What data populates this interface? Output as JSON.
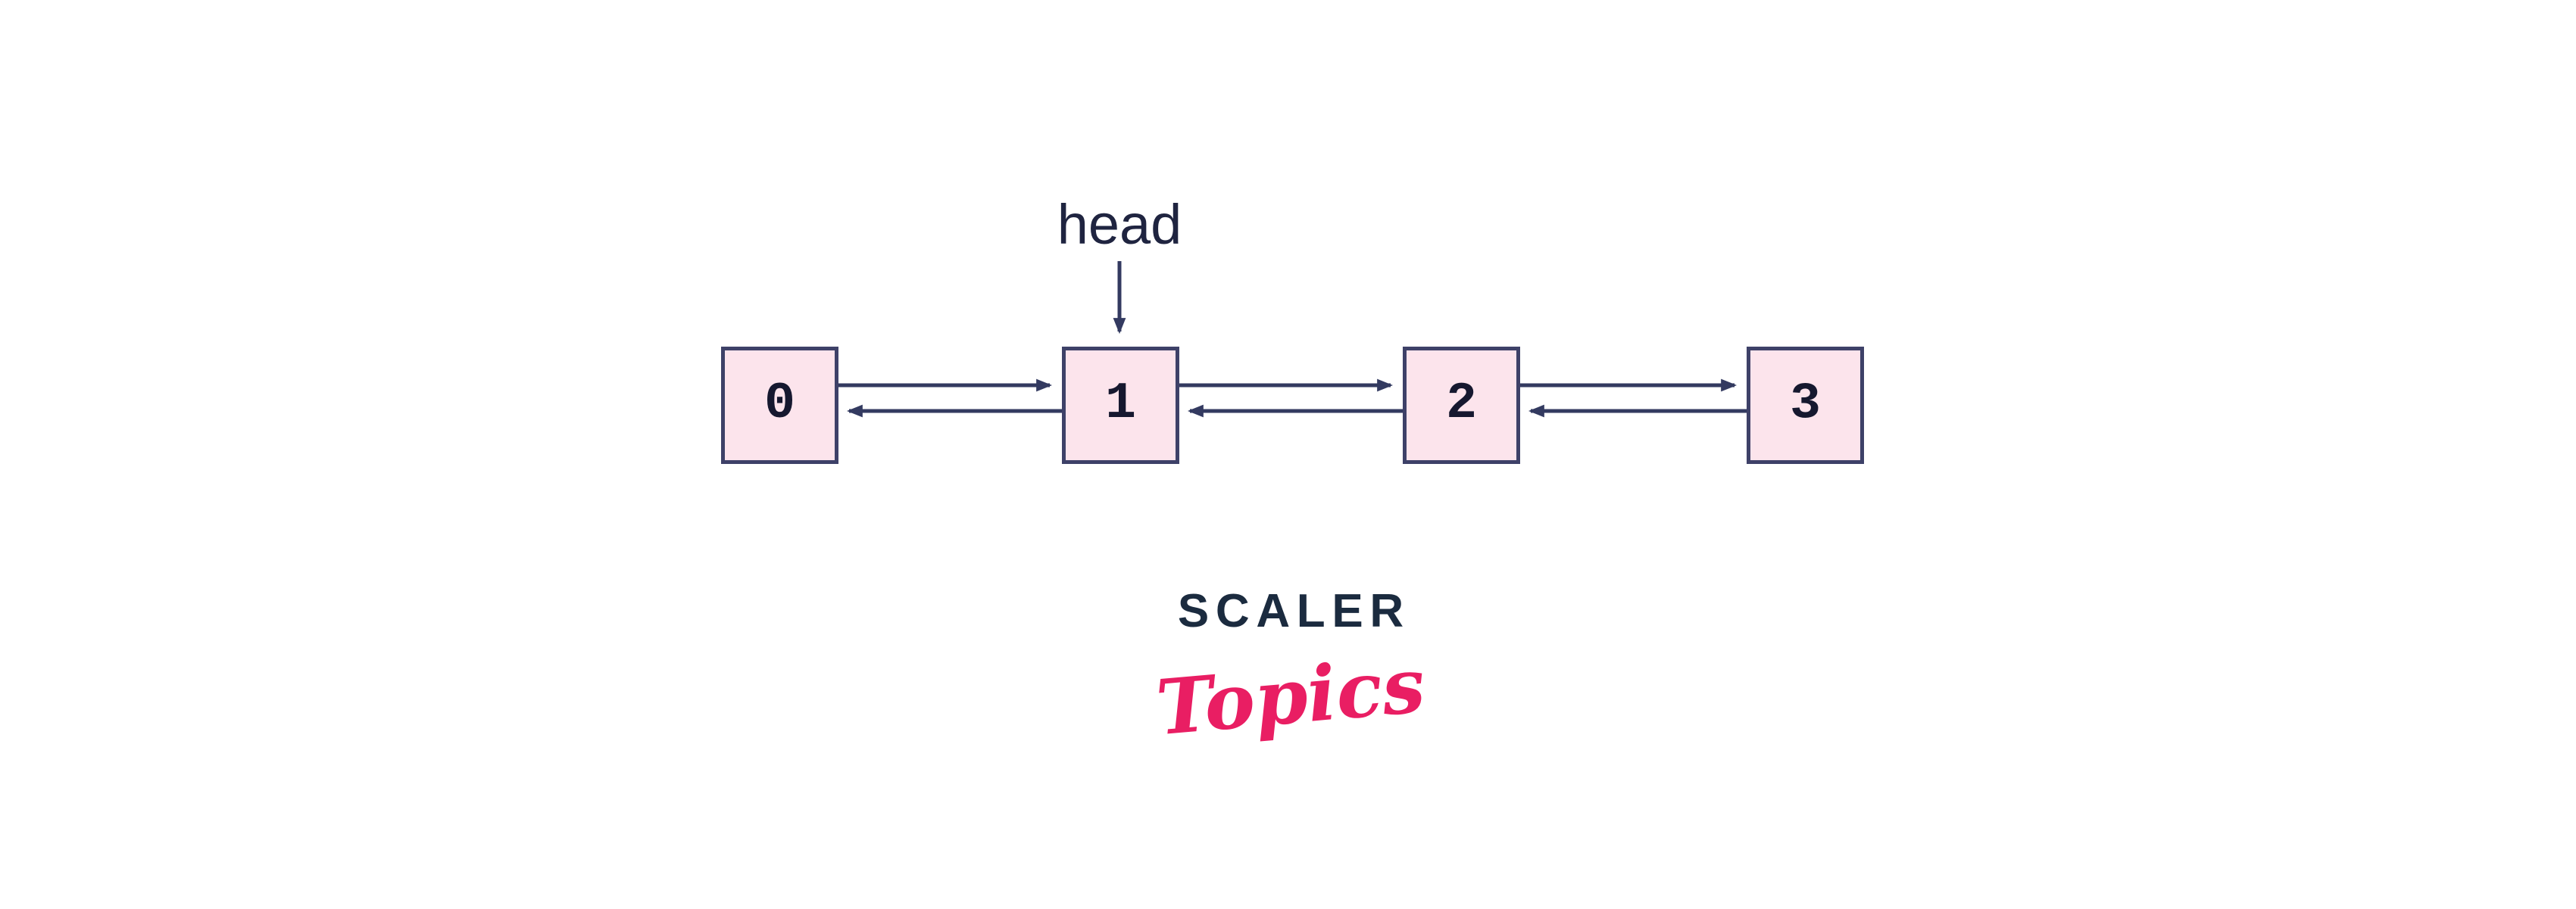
{
  "colors": {
    "background": "#ffffff",
    "box_fill": "#fce4ec",
    "box_border": "#3e4168",
    "arrow": "#333a60",
    "digit": "#16182f",
    "head_text": "#1f2440",
    "brand_navy": "#1b2b3f",
    "brand_pink": "#e91e63"
  },
  "diagram": {
    "head_label": "head",
    "head_points_to": "1",
    "nodes": [
      {
        "label": "0"
      },
      {
        "label": "1"
      },
      {
        "label": "2"
      },
      {
        "label": "3"
      }
    ],
    "links": [
      {
        "from": "0",
        "to": "1",
        "direction": "both"
      },
      {
        "from": "1",
        "to": "2",
        "direction": "both"
      },
      {
        "from": "2",
        "to": "3",
        "direction": "both"
      }
    ]
  },
  "logo": {
    "brand": "SCALER",
    "sub": "Topics"
  }
}
